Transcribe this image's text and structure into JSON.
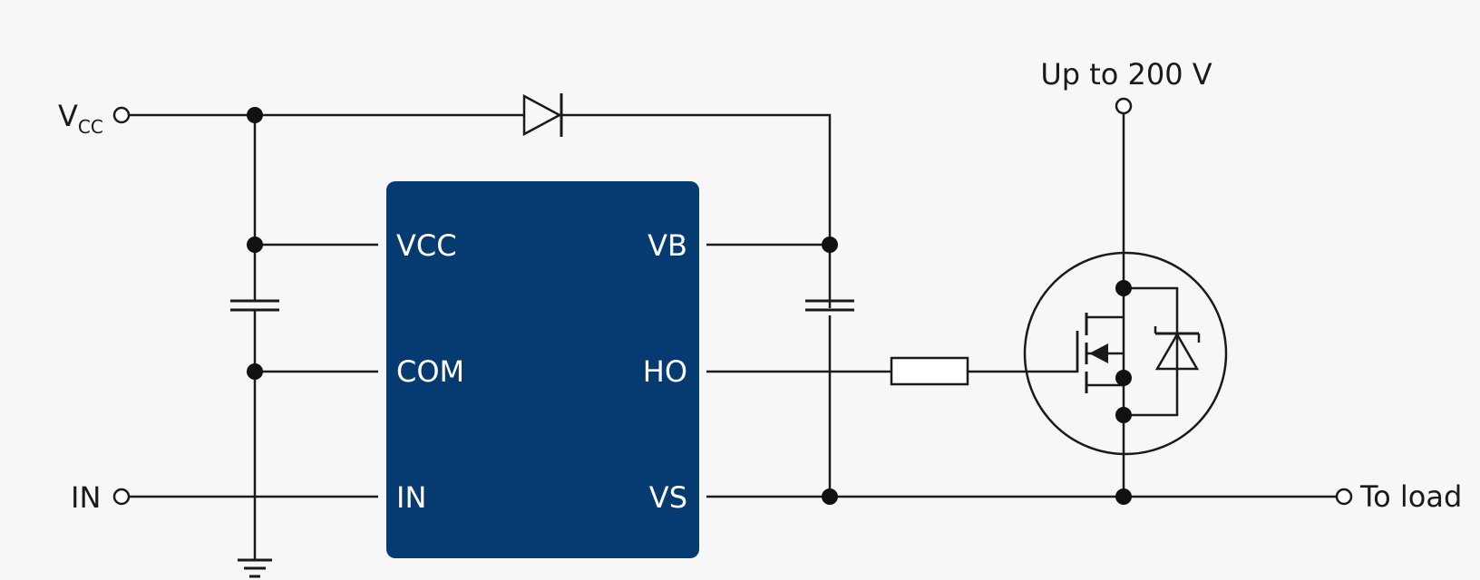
{
  "terminals": {
    "vcc": {
      "main": "V",
      "sub": "CC"
    },
    "in": "IN",
    "supply": "Up to 200 V",
    "load": "To load"
  },
  "ic": {
    "color": "#053b71",
    "pins_left": [
      "VCC",
      "COM",
      "IN"
    ],
    "pins_right": [
      "VB",
      "HO",
      "VS"
    ]
  },
  "colors": {
    "wire": "#1a1a1a",
    "background": "#f7f7f7",
    "pin_text": "#ffffff"
  }
}
